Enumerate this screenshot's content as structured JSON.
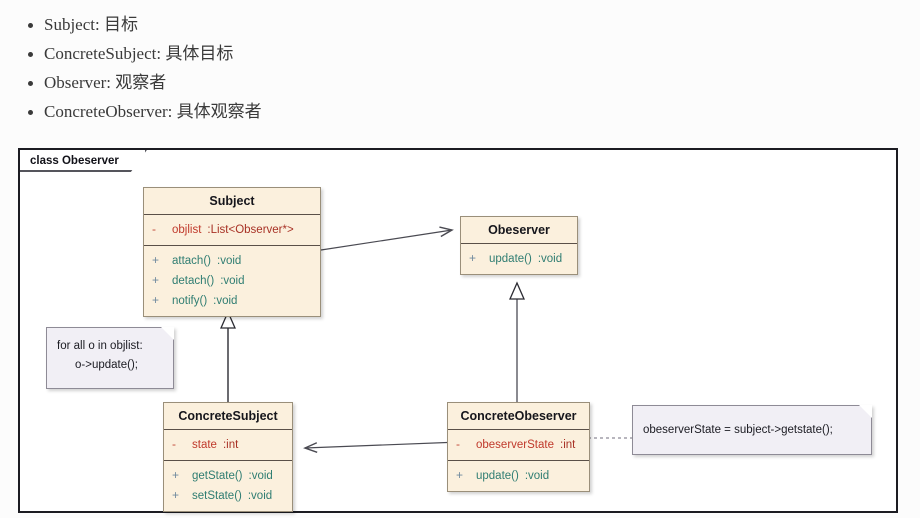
{
  "bullets": [
    {
      "label": "Subject: 目标"
    },
    {
      "label": "ConcreteSubject: 具体目标"
    },
    {
      "label": "Observer: 观察者"
    },
    {
      "label": "ConcreteObserver: 具体观察者"
    }
  ],
  "diagram": {
    "frame_label": "class Obeserver",
    "classes": {
      "subject": {
        "title": "Subject",
        "attributes": [
          {
            "visibility": "-",
            "name": "objlist",
            "type": ":List<Observer*>"
          }
        ],
        "methods": [
          {
            "visibility": "+",
            "name": "attach()",
            "type": ":void"
          },
          {
            "visibility": "+",
            "name": "detach()",
            "type": ":void"
          },
          {
            "visibility": "+",
            "name": "notify()",
            "type": ":void"
          }
        ]
      },
      "observer": {
        "title": "Obeserver",
        "attributes": [],
        "methods": [
          {
            "visibility": "+",
            "name": "update()",
            "type": ":void"
          }
        ]
      },
      "concrete_subject": {
        "title": "ConcreteSubject",
        "attributes": [
          {
            "visibility": "-",
            "name": "state",
            "type": ":int"
          }
        ],
        "methods": [
          {
            "visibility": "+",
            "name": "getState()",
            "type": ":void"
          },
          {
            "visibility": "+",
            "name": "setState()",
            "type": ":void"
          }
        ]
      },
      "concrete_observer": {
        "title": "ConcreteObeserver",
        "attributes": [
          {
            "visibility": "-",
            "name": "obeserverState",
            "type": ":int"
          }
        ],
        "methods": [
          {
            "visibility": "+",
            "name": "update()",
            "type": ":void"
          }
        ]
      }
    },
    "notes": {
      "notify_note": {
        "line1": "for all o in objlist:",
        "line2": "o->update();"
      },
      "update_note": {
        "line1": "obeserverState = subject->getstate();"
      }
    },
    "colors": {
      "class_fill": "#fbf0dd",
      "class_border": "#9a8f7a",
      "note_fill": "#f1eff5",
      "note_border": "#8e8b96",
      "frame_border": "#1c1c22",
      "attribute_text": "#c0392b",
      "method_text": "#2f7d72",
      "edge": "#4a4a52",
      "page_background": "#fcfcfc"
    }
  }
}
